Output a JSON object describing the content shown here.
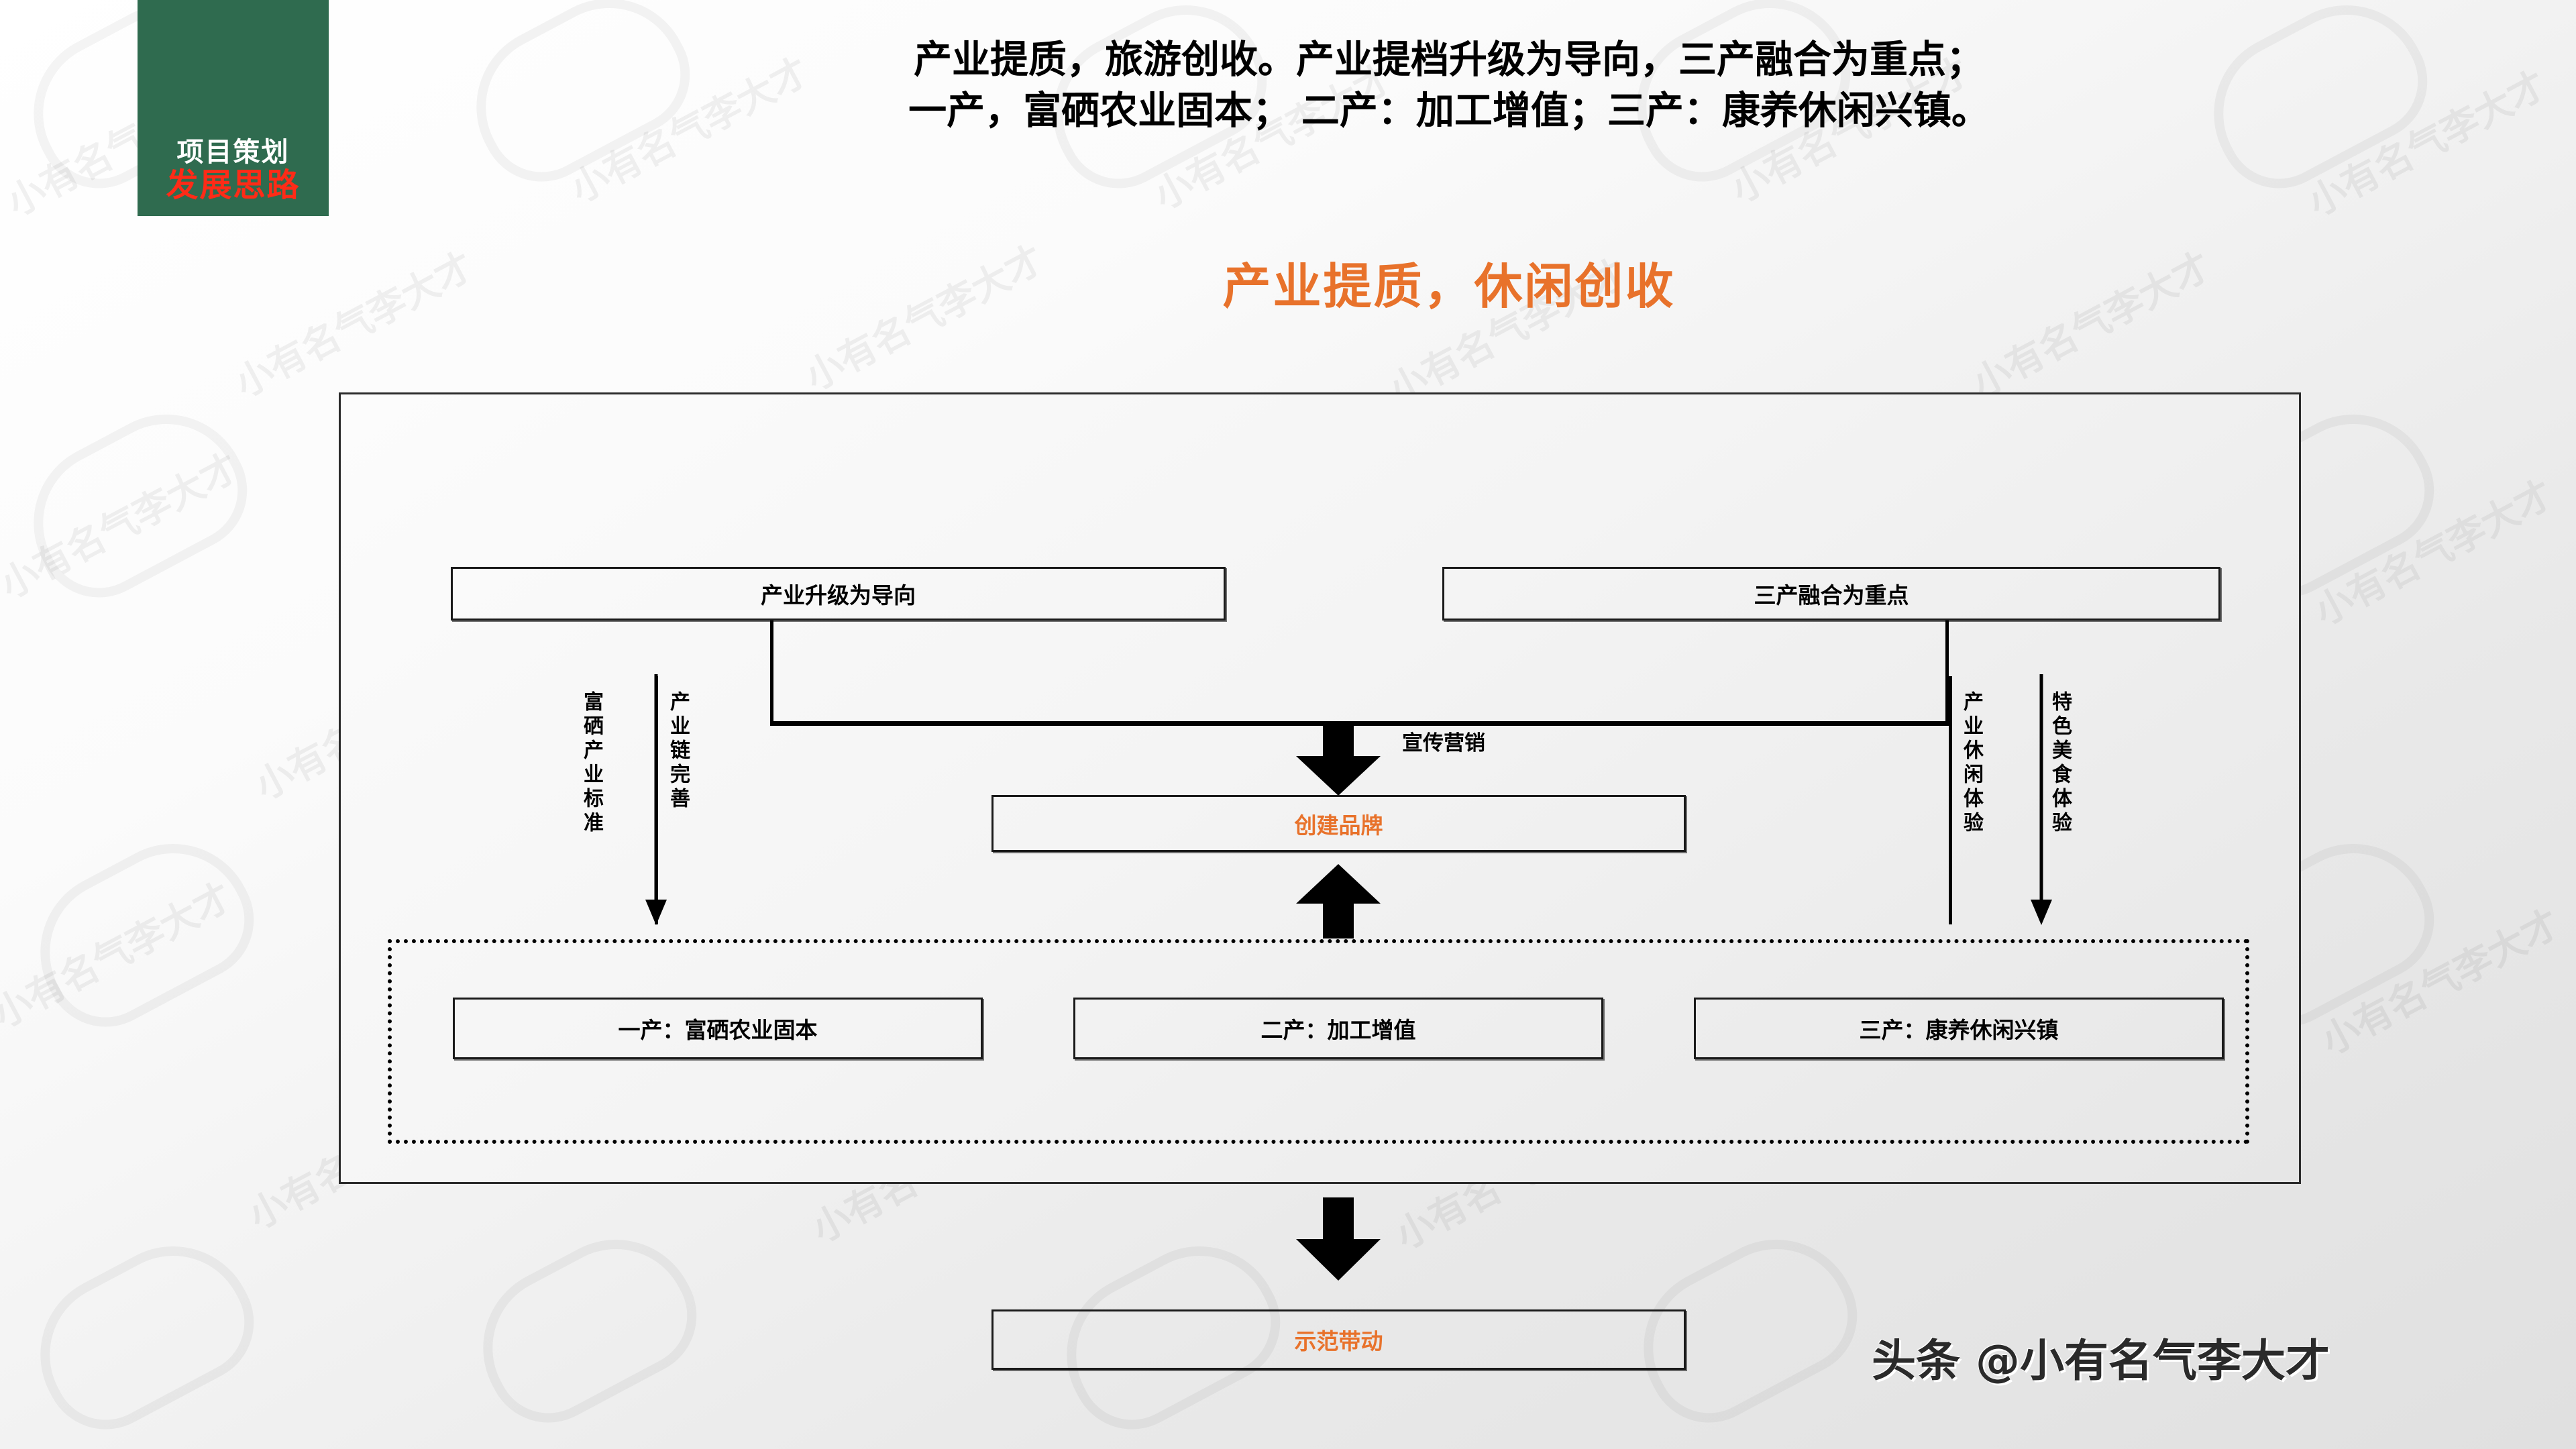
{
  "badge": {
    "line1": "项目策划",
    "line2": "发展思路",
    "bg_color": "#2f6b4f",
    "line1_color": "#ffffff",
    "line2_color": "#ff2b17"
  },
  "header": {
    "line1": "产业提质，旅游创收。产业提档升级为导向，三产融合为重点；",
    "line2": "一产，富硒农业固本； 二产：加工增值；三产：康养休闲兴镇。"
  },
  "title": {
    "text": "产业提质，休闲创收",
    "color": "#e8722b"
  },
  "diagram": {
    "top_boxes": [
      {
        "label": "产业升级为导向"
      },
      {
        "label": "三产融合为重点"
      }
    ],
    "side_labels": [
      {
        "label": "富硒产业标准"
      },
      {
        "label": "产业链完善"
      },
      {
        "label": "产业休闲体验"
      },
      {
        "label": "特色美食体验"
      }
    ],
    "marketing_label": "宣传营销",
    "brand_box": {
      "label": "创建品牌",
      "color": "#e8722b"
    },
    "industry_boxes": [
      {
        "label": "一产：富硒农业固本"
      },
      {
        "label": "二产：加工增值"
      },
      {
        "label": "三产：康养休闲兴镇"
      }
    ],
    "demo_box": {
      "label": "示范带动",
      "color": "#e8722b"
    }
  },
  "watermark": {
    "channel": "头条 @小有名气李大才",
    "tile": "小有名气李大才"
  }
}
